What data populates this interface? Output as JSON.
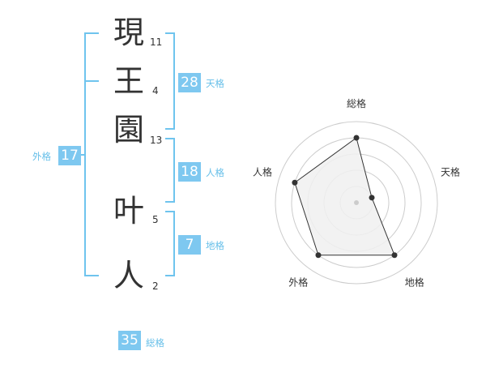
{
  "name_chars": [
    {
      "char": "現",
      "strokes": "11"
    },
    {
      "char": "王",
      "strokes": "4"
    },
    {
      "char": "園",
      "strokes": "13"
    },
    {
      "char": "叶",
      "strokes": "5"
    },
    {
      "char": "人",
      "strokes": "2"
    }
  ],
  "fortunes": {
    "tenkaku": {
      "value": "28",
      "label": "天格"
    },
    "jinkaku": {
      "value": "18",
      "label": "人格"
    },
    "chikaku": {
      "value": "7",
      "label": "地格"
    },
    "gaikaku": {
      "value": "17",
      "label": "外格"
    },
    "soukaku": {
      "value": "35",
      "label": "総格"
    }
  },
  "radar": {
    "axes": [
      "総格",
      "天格",
      "地格",
      "外格",
      "人格"
    ],
    "levels": 5,
    "values": [
      4,
      1,
      4,
      4,
      4
    ],
    "colors": {
      "fill": "#f0f0f0",
      "line": "#333333",
      "point": "#333333",
      "grid": "#cccccc",
      "center": "#cccccc"
    }
  }
}
